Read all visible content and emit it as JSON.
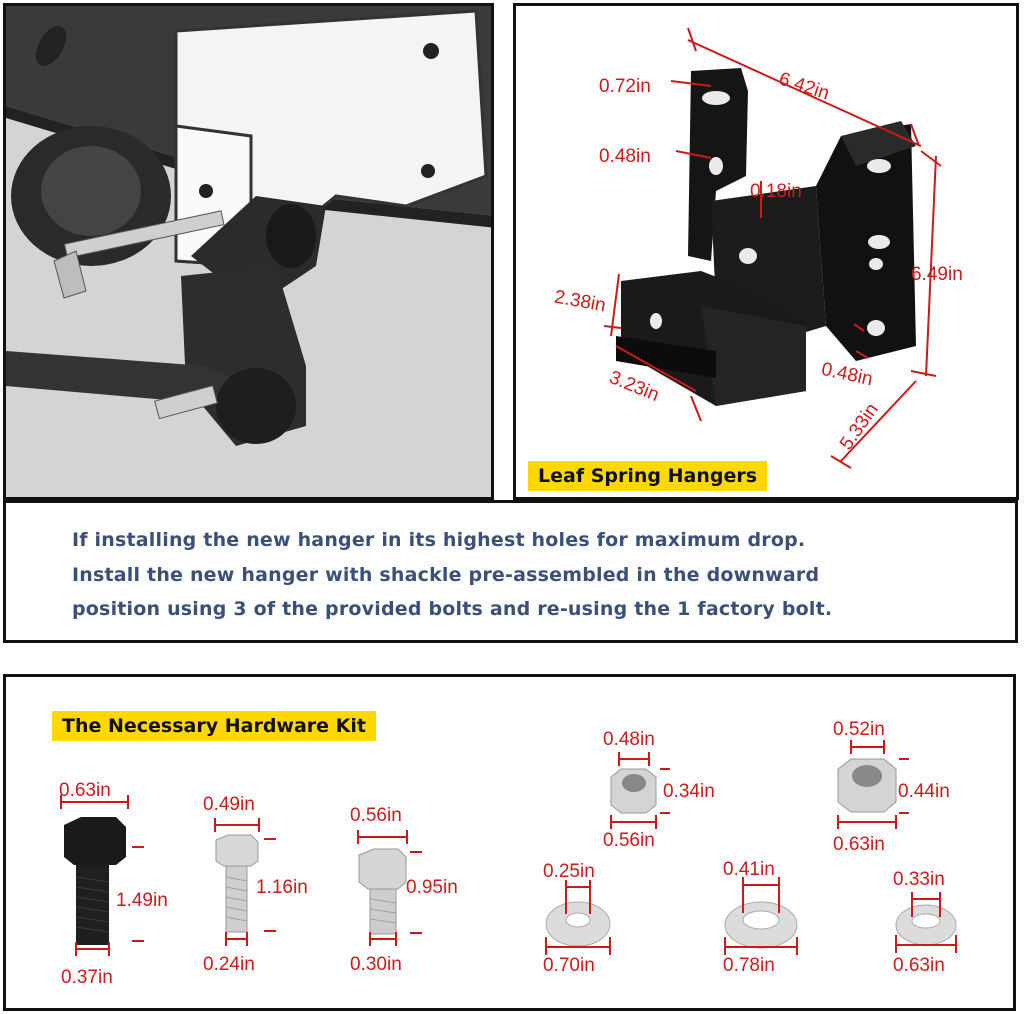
{
  "hanger": {
    "label": "Leaf Spring Hangers",
    "dims": {
      "top_hole": "0.72in",
      "width": "6.42in",
      "mid_hole": "0.48in",
      "thickness": "0.18in",
      "height": "6.49in",
      "front_height": "2.38in",
      "front_width": "3.23in",
      "bottom_hole": "0.48in",
      "depth": "5.33in"
    }
  },
  "note": {
    "line1": "If installing the new hanger in its highest holes for maximum drop.",
    "line2": "Install the new hanger with shackle pre-assembled in the downward",
    "line3": "position using 3 of the provided bolts and re-using the 1 factory bolt."
  },
  "kit": {
    "label": "The Necessary Hardware Kit",
    "bolt1": {
      "head": "0.63in",
      "length": "1.49in",
      "thread": "0.37in"
    },
    "bolt2": {
      "head": "0.49in",
      "length": "1.16in",
      "thread": "0.24in"
    },
    "bolt3": {
      "head": "0.56in",
      "length": "0.95in",
      "thread": "0.30in"
    },
    "nut1": {
      "inner": "0.48in",
      "height": "0.34in",
      "outer": "0.56in"
    },
    "nut2": {
      "inner": "0.52in",
      "height": "0.44in",
      "outer": "0.63in"
    },
    "washer1": {
      "inner": "0.25in",
      "outer": "0.70in"
    },
    "washer2": {
      "inner": "0.41in",
      "outer": "0.78in"
    },
    "washer3": {
      "inner": "0.33in",
      "outer": "0.63in"
    }
  }
}
